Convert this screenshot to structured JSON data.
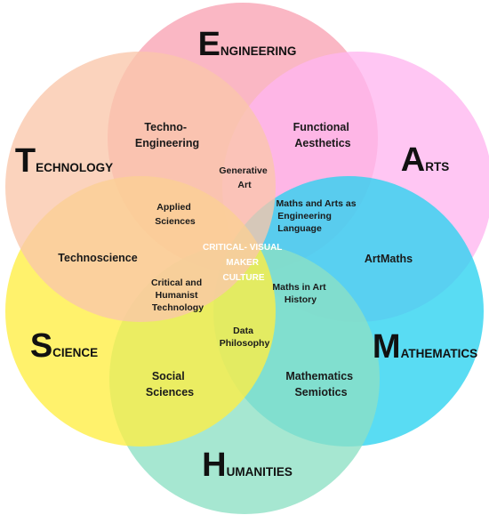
{
  "domains": [
    {
      "id": "engineering",
      "initial": "E",
      "rest": "NGINEERING",
      "color": "#f9a3b4"
    },
    {
      "id": "arts",
      "initial": "A",
      "rest": "RTS",
      "color": "#ffb6f0"
    },
    {
      "id": "mathematics",
      "initial": "M",
      "rest": "ATHEMATICS",
      "color": "#2ad2f0"
    },
    {
      "id": "humanities",
      "initial": "H",
      "rest": "UMANITIES",
      "color": "#8de0c4"
    },
    {
      "id": "science",
      "initial": "S",
      "rest": "CIENCE",
      "color": "#ffee42"
    },
    {
      "id": "technology",
      "initial": "T",
      "rest": "ECHNOLOGY",
      "color": "#fac6aa"
    }
  ],
  "overlaps": {
    "techno_engineering": [
      "Techno-",
      "Engineering"
    ],
    "functional_aesthetics": [
      "Functional",
      "Aesthetics"
    ],
    "generative_art": [
      "Generative",
      "Art"
    ],
    "applied_sciences": [
      "Applied",
      "Sciences"
    ],
    "maths_arts_language": [
      "Maths and Arts as",
      "Engineering",
      "Language"
    ],
    "technoscience": [
      "Technoscience"
    ],
    "artmaths": [
      "ArtMaths"
    ],
    "critical_humanist": [
      "Critical and",
      "Humanist",
      "Technology"
    ],
    "maths_art_history": [
      "Maths in Art",
      "History"
    ],
    "data_philosophy": [
      "Data",
      "Philosophy"
    ],
    "social_sciences": [
      "Social",
      "Sciences"
    ],
    "mathematics_semiotics": [
      "Mathematics",
      "Semiotics"
    ]
  },
  "center": [
    "CRITICAL- VISUAL",
    "MAKER",
    "CULTURE"
  ]
}
